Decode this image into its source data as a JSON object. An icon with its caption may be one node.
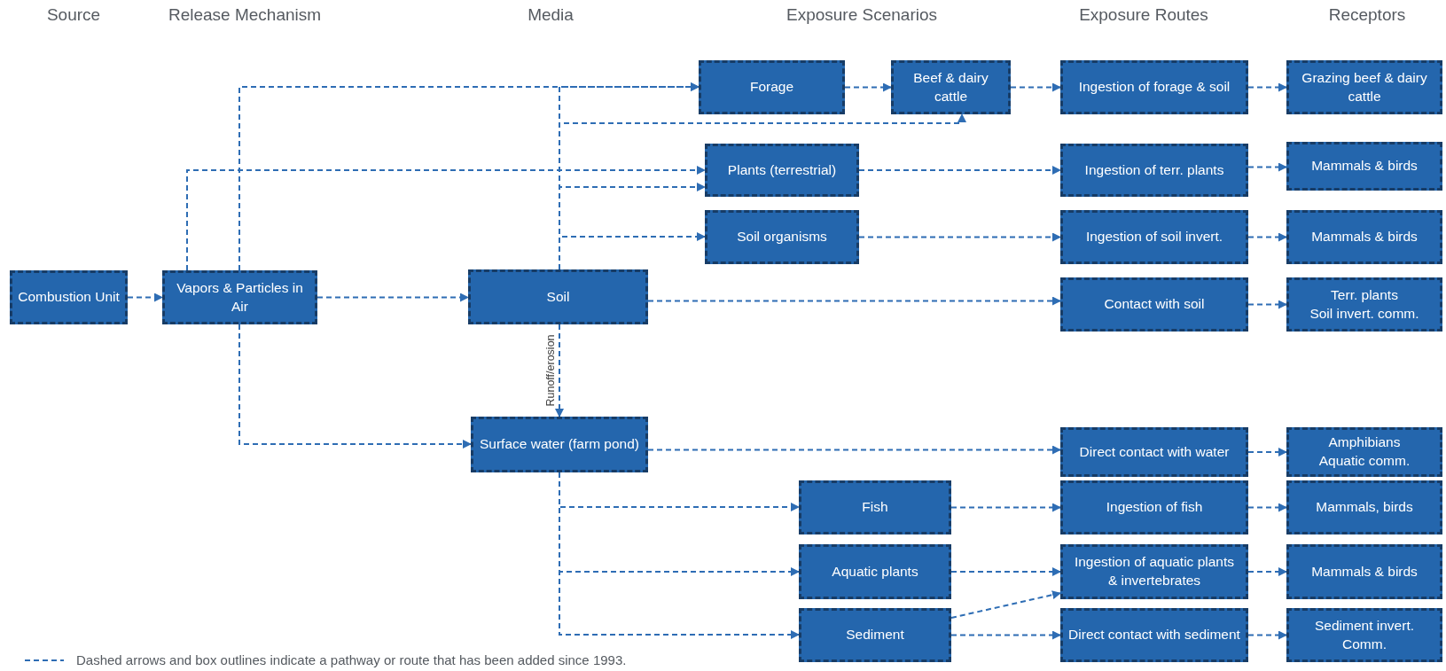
{
  "diagram": {
    "nodes": [
      {
        "text": [
          "Combustion Unit"
        ]
      },
      {
        "text": [
          "Vapors & Particles in Air"
        ]
      },
      {
        "text": [
          "Soil"
        ]
      },
      {
        "text": [
          "Surface water (farm pond)"
        ]
      },
      {
        "text": [
          "Forage"
        ]
      },
      {
        "text": [
          "Beef & dairy cattle"
        ]
      },
      {
        "text": [
          "Plants (terrestrial)"
        ]
      },
      {
        "text": [
          "Soil organisms"
        ]
      },
      {
        "text": [
          "Fish"
        ]
      },
      {
        "text": [
          "Aquatic plants"
        ]
      },
      {
        "text": [
          "Sediment"
        ]
      },
      {
        "text": [
          "Ingestion of forage & soil"
        ]
      },
      {
        "text": [
          "Ingestion of terr. plants"
        ]
      },
      {
        "text": [
          "Ingestion of soil invert."
        ]
      },
      {
        "text": [
          "Contact with soil"
        ]
      },
      {
        "text": [
          "Direct contact with water"
        ]
      },
      {
        "text": [
          "Ingestion of fish"
        ]
      },
      {
        "text": [
          "Ingestion of aquatic plants & invertebrates"
        ]
      },
      {
        "text": [
          "Direct contact with sediment"
        ]
      },
      {
        "text": [
          "Grazing beef & dairy cattle"
        ]
      },
      {
        "text": [
          "Mammals & birds"
        ]
      },
      {
        "text": [
          "Mammals & birds"
        ]
      },
      {
        "text": [
          "Terr. plants",
          "Soil invert. comm."
        ]
      },
      {
        "text": [
          "Amphibians",
          "Aquatic comm."
        ]
      },
      {
        "text": [
          "Mammals, birds"
        ]
      },
      {
        "text": [
          "Mammals & birds"
        ]
      },
      {
        "text": [
          "Sediment invert. Comm."
        ]
      }
    ],
    "edges": [
      {
        "from": 0,
        "to": 1,
        "arrow": "to",
        "style": "dashed"
      },
      {
        "from": 1,
        "to": 2,
        "arrow": "to",
        "style": "dashed"
      },
      {
        "from": 1,
        "to": 4,
        "arrow": "to",
        "style": "dashed"
      },
      {
        "from": 1,
        "to": 6,
        "arrow": "to",
        "style": "dashed"
      },
      {
        "from": 1,
        "to": 3,
        "arrow": "to",
        "style": "dashed"
      },
      {
        "from": 2,
        "to": 4,
        "arrow": "to",
        "style": "dashed"
      },
      {
        "from": 2,
        "to": 5,
        "arrow": "to",
        "style": "dashed"
      },
      {
        "from": 2,
        "to": 6,
        "arrow": "to",
        "style": "dashed"
      },
      {
        "from": 2,
        "to": 7,
        "arrow": "to",
        "style": "dashed"
      },
      {
        "from": 2,
        "to": 14,
        "arrow": "to",
        "style": "dashed"
      },
      {
        "from": 2,
        "to": 3,
        "arrow": "to",
        "style": "dashed",
        "label": "Runoff/erosion"
      },
      {
        "from": 4,
        "to": 5,
        "arrow": "to",
        "style": "dashed"
      },
      {
        "from": 5,
        "to": 11,
        "arrow": "to",
        "style": "dashed"
      },
      {
        "from": 11,
        "to": 19,
        "arrow": "to",
        "style": "dashed"
      },
      {
        "from": 6,
        "to": 12,
        "arrow": "to",
        "style": "dashed"
      },
      {
        "from": 12,
        "to": 20,
        "arrow": "to",
        "style": "dashed"
      },
      {
        "from": 7,
        "to": 13,
        "arrow": "to",
        "style": "dashed"
      },
      {
        "from": 13,
        "to": 21,
        "arrow": "to",
        "style": "dashed"
      },
      {
        "from": 14,
        "to": 22,
        "arrow": "to",
        "style": "dashed"
      },
      {
        "from": 3,
        "to": 15,
        "arrow": "to",
        "style": "dashed"
      },
      {
        "from": 15,
        "to": 23,
        "arrow": "to",
        "style": "dashed"
      },
      {
        "from": 3,
        "to": 8,
        "arrow": "to",
        "style": "dashed"
      },
      {
        "from": 3,
        "to": 9,
        "arrow": "to",
        "style": "dashed"
      },
      {
        "from": 3,
        "to": 10,
        "arrow": "to",
        "style": "dashed"
      },
      {
        "from": 8,
        "to": 16,
        "arrow": "to",
        "style": "dashed"
      },
      {
        "from": 16,
        "to": 24,
        "arrow": "to",
        "style": "dashed"
      },
      {
        "from": 9,
        "to": 17,
        "arrow": "to",
        "style": "dashed"
      },
      {
        "from": 10,
        "to": 17,
        "arrow": "to",
        "style": "dashed"
      },
      {
        "from": 10,
        "to": 18,
        "arrow": "to",
        "style": "dashed"
      },
      {
        "from": 17,
        "to": 25,
        "arrow": "to",
        "style": "dashed"
      },
      {
        "from": 18,
        "to": 26,
        "arrow": "to",
        "style": "dashed"
      }
    ],
    "labels": [
      "Source",
      "Release Mechanism",
      "Media",
      "Exposure Scenarios",
      "Exposure Routes",
      "Receptors"
    ],
    "legend": [
      {
        "text": "Dashed arrows and box outlines indicate a pathway or route that has been added since 1993."
      }
    ]
  }
}
